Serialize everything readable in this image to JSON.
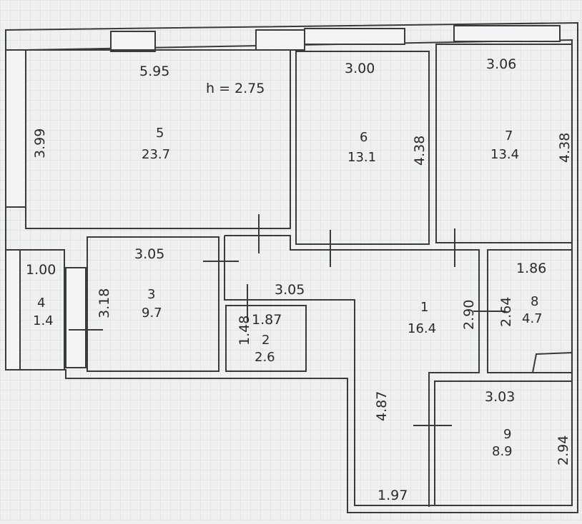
{
  "plan": {
    "ceiling_height": "h = 2.75",
    "rooms": [
      {
        "id": "5",
        "number": "5",
        "area": "23.7",
        "width": "5.95",
        "height": "3.99"
      },
      {
        "id": "6",
        "number": "6",
        "area": "13.1",
        "width": "3.00",
        "height": "4.38"
      },
      {
        "id": "7",
        "number": "7",
        "area": "13.4",
        "width": "3.06",
        "height": "4.38"
      },
      {
        "id": "4",
        "number": "4",
        "area": "1.4",
        "width": "1.00"
      },
      {
        "id": "3",
        "number": "3",
        "area": "9.7",
        "width": "3.05",
        "height": "3.18"
      },
      {
        "id": "2",
        "number": "2",
        "area": "2.6",
        "width": "1.87",
        "height": "1.48"
      },
      {
        "id": "1",
        "number": "1",
        "area": "16.4",
        "width": "3.05",
        "height": "2.90",
        "length": "4.87"
      },
      {
        "id": "8",
        "number": "8",
        "area": "4.7",
        "width": "1.86",
        "height": "2.64"
      },
      {
        "id": "9",
        "number": "9",
        "area": "8.9",
        "width": "3.03",
        "height": "2.94"
      }
    ],
    "extra_dimensions": [
      "1.97"
    ]
  },
  "colors": {
    "wall": "#3a3a3a",
    "background": "#eef0f1",
    "grid": "#d6dadc"
  }
}
